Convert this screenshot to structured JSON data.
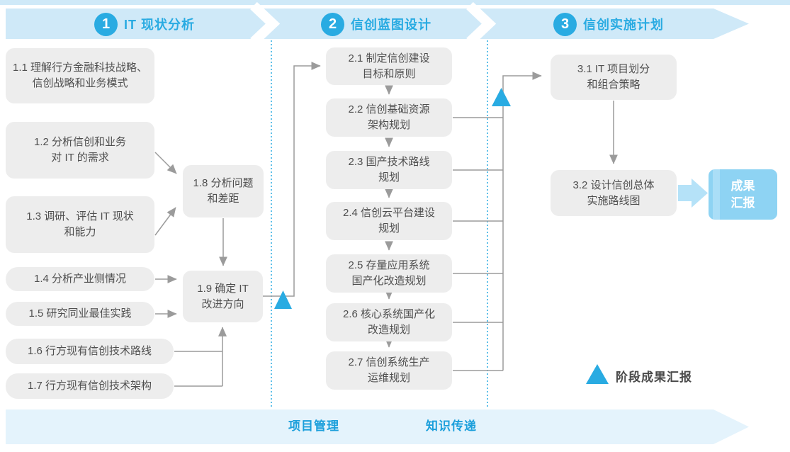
{
  "colors": {
    "accent_blue": "#29abe2",
    "banner_top": "#cfe9f8",
    "banner_bottom": "#e4f3fc",
    "box_gray": "#ededed",
    "box_text": "#4f4f4f",
    "result_box_blue": "#8ed3f3",
    "fat_arrow_blue": "#b5e2f8",
    "connector_gray": "#9b9b9b"
  },
  "banner": {
    "phases": [
      {
        "num": "1",
        "title": "IT 现状分析"
      },
      {
        "num": "2",
        "title": "信创蓝图设计"
      },
      {
        "num": "3",
        "title": "信创实施计划"
      }
    ]
  },
  "phase1": {
    "boxes": [
      {
        "id": "1.1",
        "lines": [
          "1.1 理解行方金融科技战略、",
          "信创战略和业务模式"
        ]
      },
      {
        "id": "1.2",
        "lines": [
          "1.2 分析信创和业务",
          "对 IT 的需求"
        ]
      },
      {
        "id": "1.3",
        "lines": [
          "1.3 调研、评估 IT 现状",
          "和能力"
        ]
      },
      {
        "id": "1.4",
        "lines": [
          "1.4 分析产业侧情况"
        ]
      },
      {
        "id": "1.5",
        "lines": [
          "1.5 研究同业最佳实践"
        ]
      },
      {
        "id": "1.6",
        "lines": [
          "1.6 行方现有信创技术路线"
        ]
      },
      {
        "id": "1.7",
        "lines": [
          "1.7 行方现有信创技术架构"
        ]
      },
      {
        "id": "1.8",
        "lines": [
          "1.8 分析问题",
          "和差距"
        ]
      },
      {
        "id": "1.9",
        "lines": [
          "1.9 确定 IT",
          "改进方向"
        ]
      }
    ]
  },
  "phase2": {
    "boxes": [
      {
        "id": "2.1",
        "lines": [
          "2.1 制定信创建设",
          "目标和原则"
        ]
      },
      {
        "id": "2.2",
        "lines": [
          "2.2 信创基础资源",
          "架构规划"
        ]
      },
      {
        "id": "2.3",
        "lines": [
          "2.3 国产技术路线",
          "规划"
        ]
      },
      {
        "id": "2.4",
        "lines": [
          "2.4 信创云平台建设",
          "规划"
        ]
      },
      {
        "id": "2.5",
        "lines": [
          "2.5 存量应用系统",
          "国产化改造规划"
        ]
      },
      {
        "id": "2.6",
        "lines": [
          "2.6 核心系统国产化",
          "改造规划"
        ]
      },
      {
        "id": "2.7",
        "lines": [
          "2.7 信创系统生产",
          "运维规划"
        ]
      }
    ]
  },
  "phase3": {
    "boxes": [
      {
        "id": "3.1",
        "lines": [
          "3.1 IT 项目划分",
          "和组合策略"
        ]
      },
      {
        "id": "3.2",
        "lines": [
          "3.2 设计信创总体",
          "实施路线图"
        ]
      }
    ],
    "result": {
      "lines": [
        "成果",
        "汇报"
      ]
    }
  },
  "legend": {
    "label": "阶段成果汇报"
  },
  "footer": {
    "items": [
      "项目管理",
      "知识传递"
    ]
  }
}
